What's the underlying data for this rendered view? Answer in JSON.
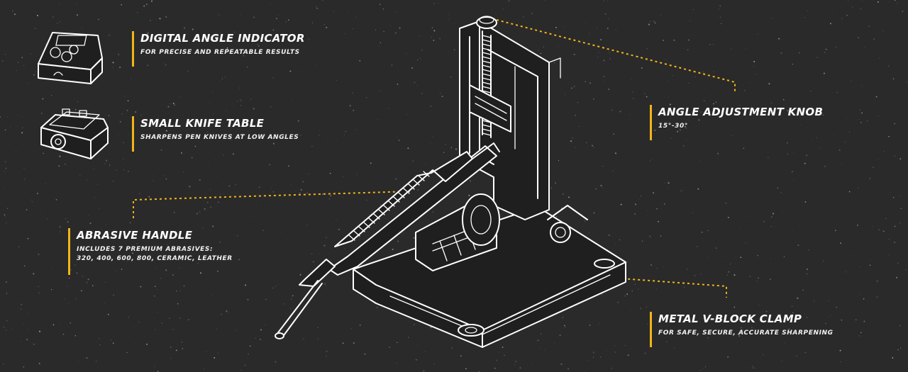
{
  "colors": {
    "background": "#2a2a2a",
    "accent": "#f2b41a",
    "text": "#ffffff"
  },
  "icons": {
    "digital_angle_indicator": "digital-angle-indicator-icon",
    "small_knife_table": "small-knife-table-icon",
    "sharpener": "knife-sharpener-illustration"
  },
  "callouts": {
    "digital_angle_indicator": {
      "title": "DIGITAL ANGLE INDICATOR",
      "subtitle": "FOR PRECISE AND REPEATABLE RESULTS"
    },
    "small_knife_table": {
      "title": "SMALL KNIFE TABLE",
      "subtitle": "SHARPENS PEN KNIVES AT LOW ANGLES"
    },
    "abrasive_handle": {
      "title": "ABRASIVE HANDLE",
      "subtitle_line1": "INCLUDES 7 PREMIUM ABRASIVES:",
      "subtitle_line2": "320, 400, 600, 800, CERAMIC, LEATHER"
    },
    "angle_adjustment_knob": {
      "title": "ANGLE ADJUSTMENT KNOB",
      "subtitle": "15°-30°"
    },
    "metal_v_block_clamp": {
      "title": "METAL V-BLOCK CLAMP",
      "subtitle": "FOR SAFE, SECURE, ACCURATE SHARPENING"
    }
  }
}
